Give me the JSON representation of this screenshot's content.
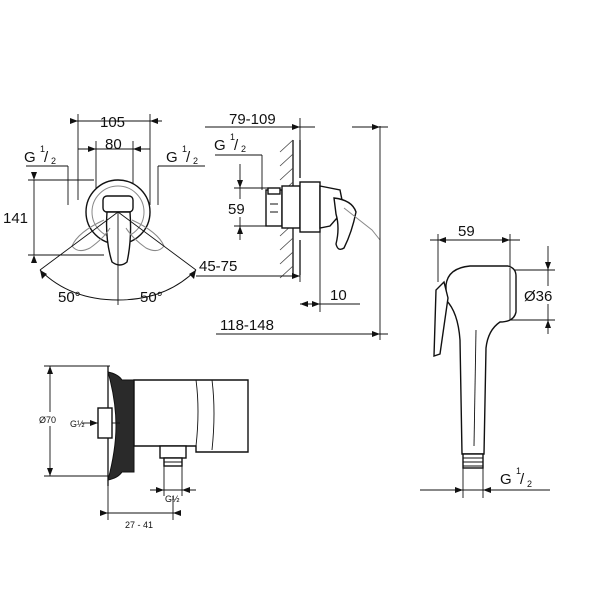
{
  "front_view": {
    "dim_width_outer": "105",
    "dim_width_inner": "80",
    "dim_height": "141",
    "thread_left": "G",
    "thread_left_frac_num": "1",
    "thread_left_frac_den": "2",
    "thread_right": "G",
    "thread_right_frac_num": "1",
    "thread_right_frac_den": "2",
    "angle_left": "50°",
    "angle_right": "50°"
  },
  "side_view": {
    "dim_top": "79-109",
    "thread": "G",
    "thread_frac_num": "1",
    "thread_frac_den": "2",
    "dim_height": "59",
    "dim_depth": "45-75",
    "dim_offset": "10",
    "dim_total": "118-148"
  },
  "handshower_view": {
    "dim_length": "59",
    "dim_diameter": "Ø36",
    "thread": "G",
    "thread_frac_num": "1",
    "thread_frac_den": "2"
  },
  "elbow_view": {
    "dim_diameter": "Ø70",
    "thread_left": "G½",
    "thread_bottom": "G½",
    "dim_depth": "27 - 41"
  }
}
